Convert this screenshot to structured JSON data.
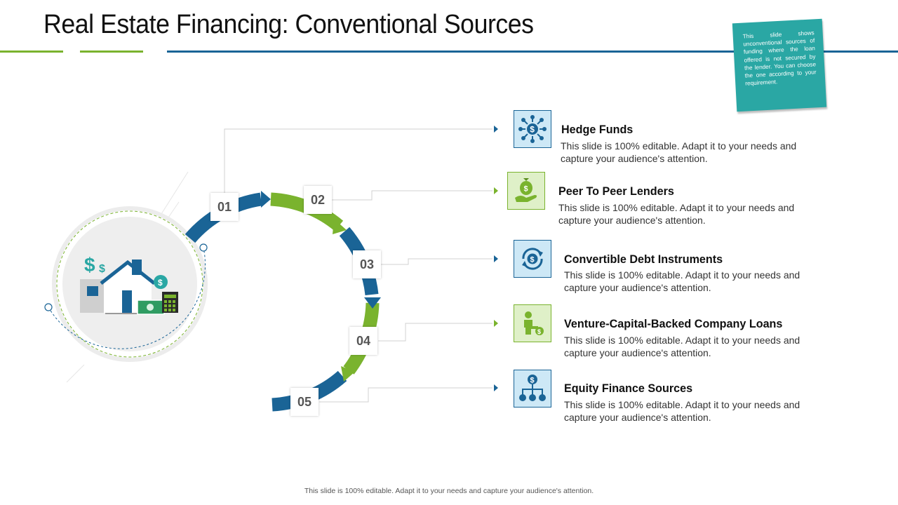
{
  "header": {
    "title": "Real Estate Financing: Conventional Sources"
  },
  "note": {
    "text": "This slide shows unconventional sources of funding where the loan offered is not secured by the lender. You can choose the one according to your requirement."
  },
  "steps": [
    {
      "number": "01",
      "title": "Hedge Funds",
      "description": "This slide is 100% editable. Adapt it to your needs and capture your audience's attention.",
      "icon": "dollar-network-icon"
    },
    {
      "number": "02",
      "title": "Peer To Peer Lenders",
      "description": "This slide is 100% editable. Adapt it to your needs and capture your audience's attention.",
      "icon": "money-bag-hand-icon"
    },
    {
      "number": "03",
      "title": "Convertible Debt Instruments",
      "description": "This slide is 100% editable. Adapt it to your needs and capture your audience's attention.",
      "icon": "dollar-cycle-icon"
    },
    {
      "number": "04",
      "title": "Venture-Capital-Backed Company Loans",
      "description": "This slide is 100% editable. Adapt it to your needs and capture your audience's attention.",
      "icon": "investor-coin-icon"
    },
    {
      "number": "05",
      "title": "Equity Finance Sources",
      "description": "This slide is 100% editable. Adapt it to your needs and capture your audience's attention.",
      "icon": "dollar-hierarchy-icon"
    }
  ],
  "footer": {
    "text": "This slide is 100% editable. Adapt it to your needs and capture your audience's attention."
  },
  "colors": {
    "blue": "#1a6496",
    "green": "#7ab32e",
    "teal": "#2aa7a4"
  }
}
